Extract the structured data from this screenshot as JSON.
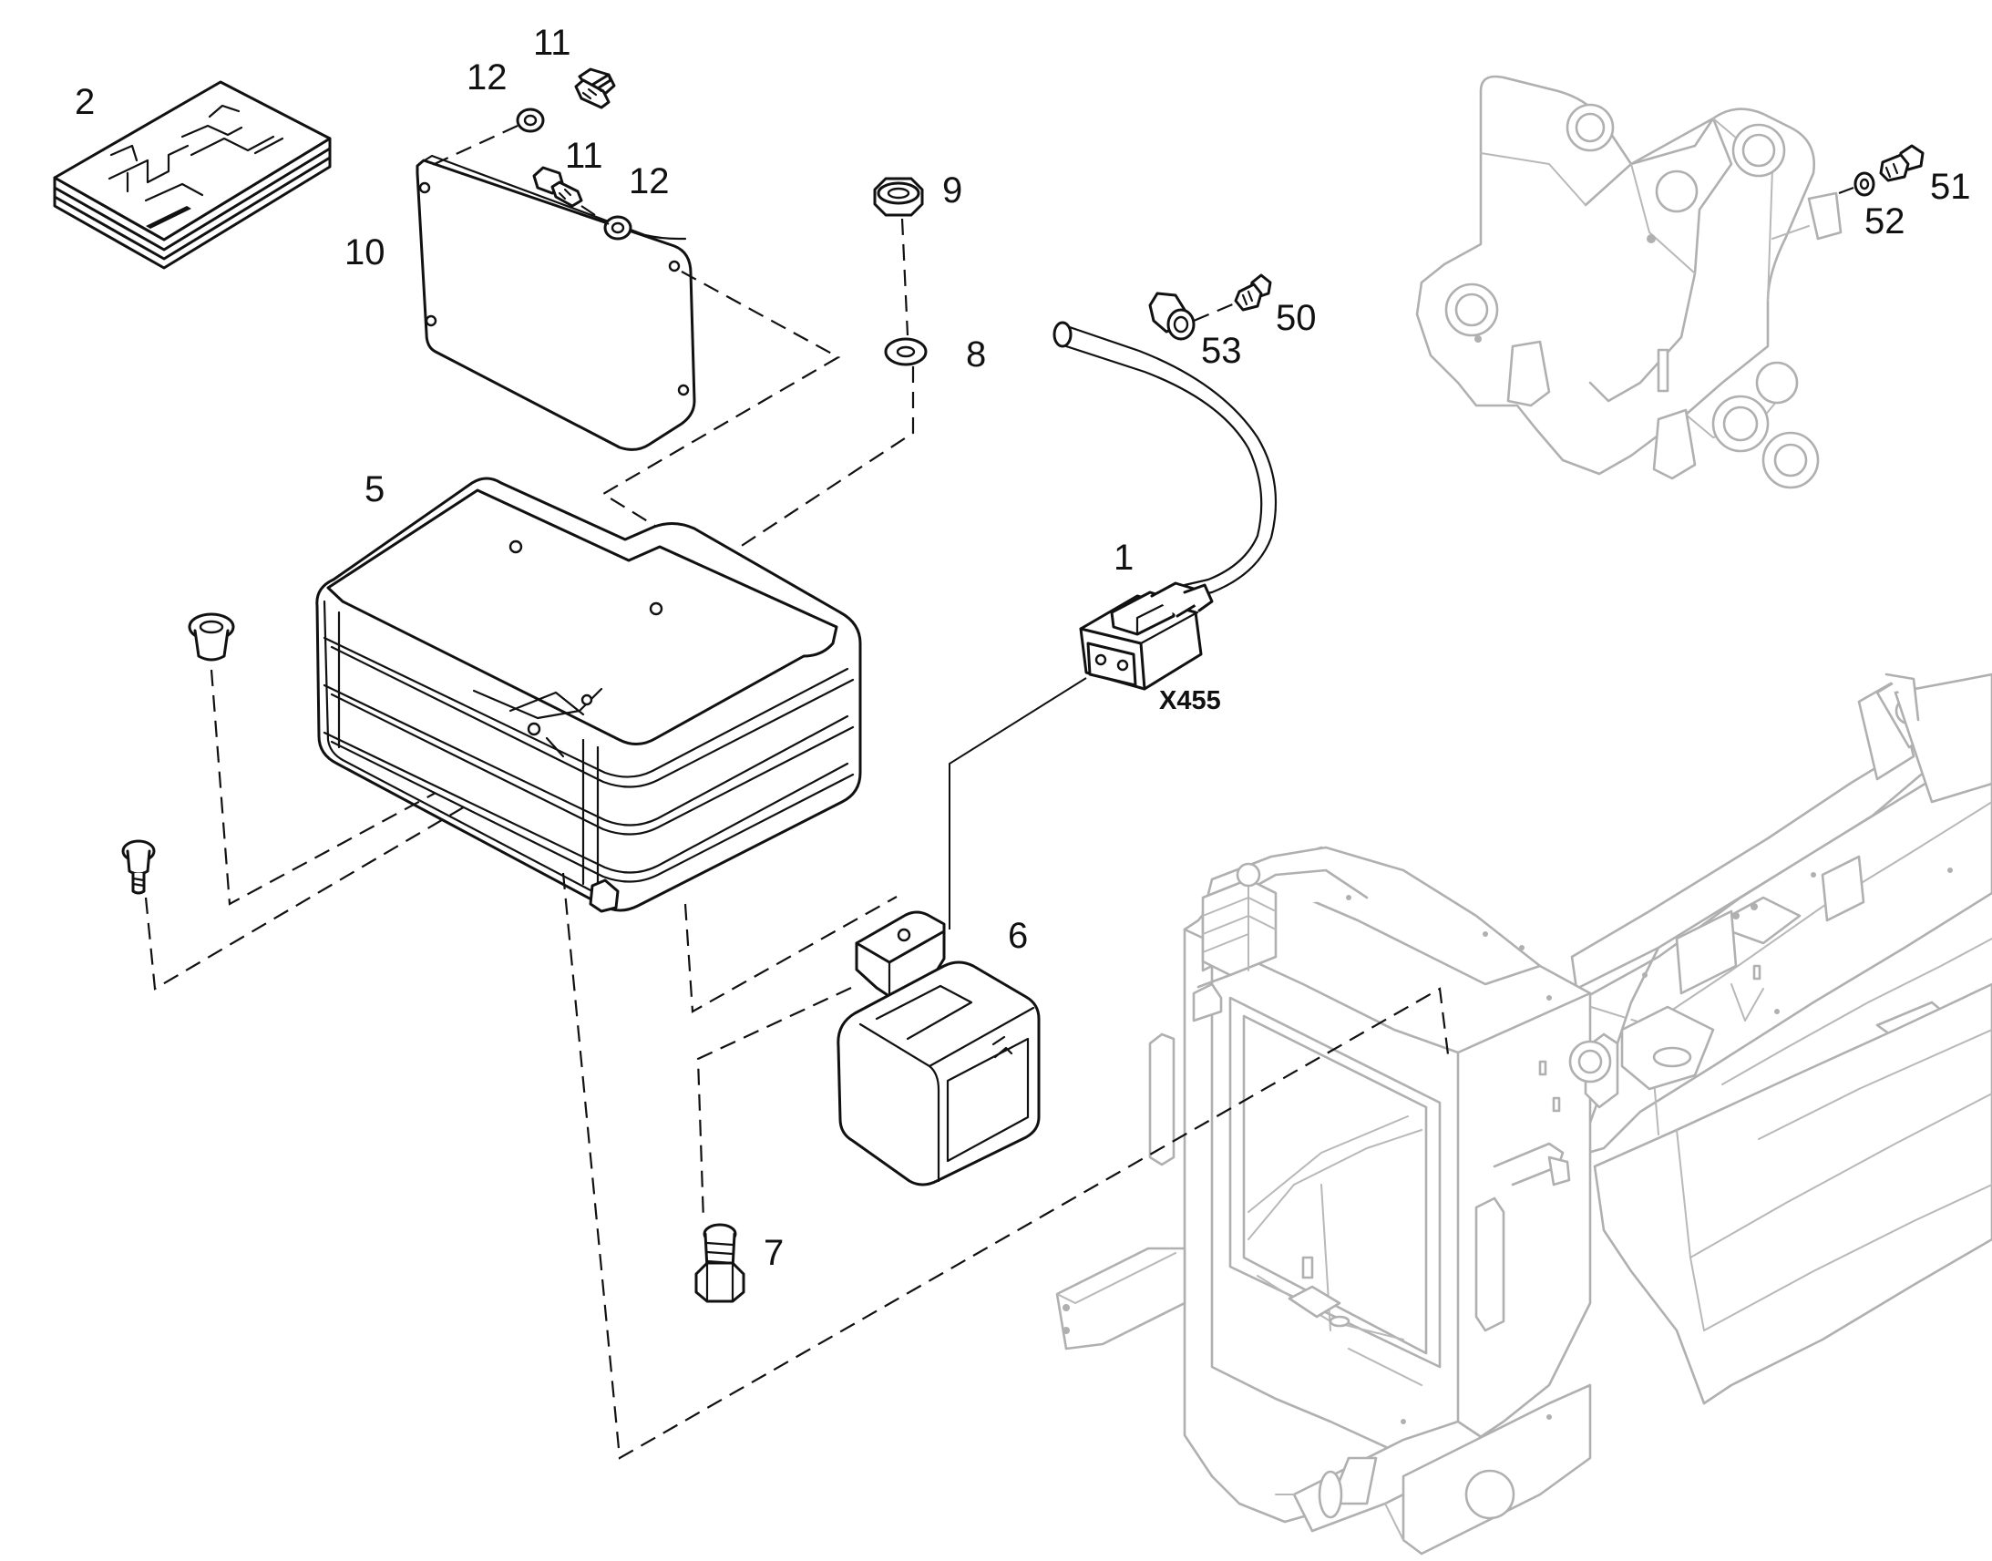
{
  "diagram": {
    "part_labels": {
      "p1": "1",
      "p2": "2",
      "p5": "5",
      "p6": "6",
      "p7": "7",
      "p8": "8",
      "p9": "9",
      "p10": "10",
      "p11a": "11",
      "p11b": "11",
      "p12a": "12",
      "p12b": "12",
      "p50": "50",
      "p51": "51",
      "p52": "52",
      "p53": "53"
    },
    "connector_label": "X455"
  }
}
